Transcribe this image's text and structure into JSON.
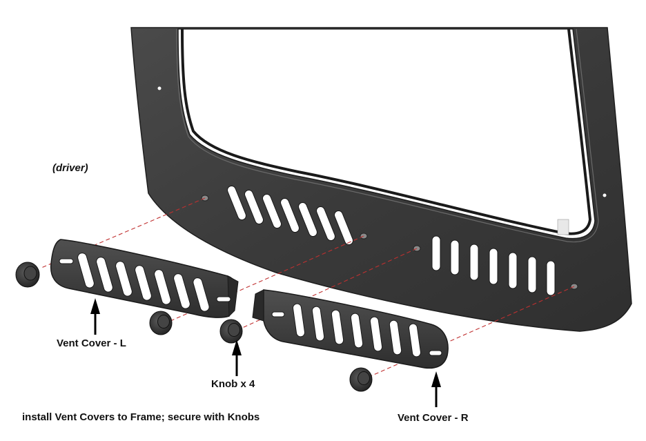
{
  "labels": {
    "side_note": "(driver)",
    "vent_cover_left": "Vent Cover - L",
    "vent_cover_right": "Vent Cover - R",
    "knob": "Knob x 4",
    "instruction": "install Vent Covers to Frame; secure with Knobs"
  },
  "colors": {
    "frame": "#3a3a3a",
    "frame_shadow": "#262626",
    "cover": "#3c3c3c",
    "knob": "#2e2e2e",
    "dashed_line": "#c03030",
    "arrow": "#000000"
  }
}
